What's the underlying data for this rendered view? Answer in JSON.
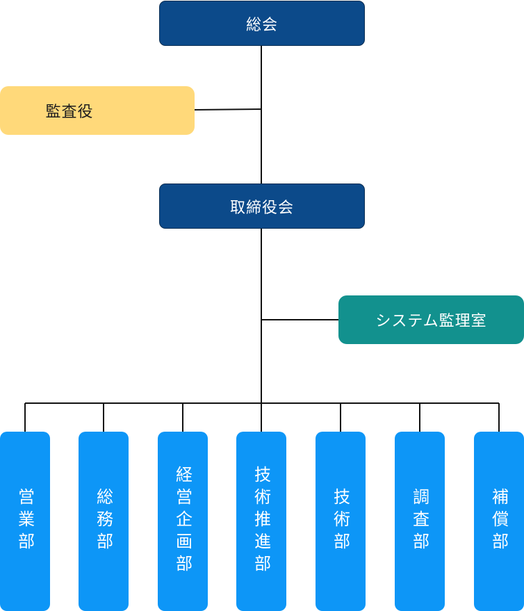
{
  "org_chart": {
    "general_meeting": "総会",
    "auditor": "監査役",
    "board": "取締役会",
    "system_audit_office": "システム監理室",
    "departments": [
      {
        "label": "営業部"
      },
      {
        "label": "総務部"
      },
      {
        "label": "経営企画部"
      },
      {
        "label": "技術推進部"
      },
      {
        "label": "技術部"
      },
      {
        "label": "調査部"
      },
      {
        "label": "補償部"
      }
    ]
  },
  "colors": {
    "top_node": "#0c4a8a",
    "auditor": "#ffd97a",
    "system_audit_office": "#12918e",
    "department": "#0d96f7",
    "connector": "#000000"
  }
}
